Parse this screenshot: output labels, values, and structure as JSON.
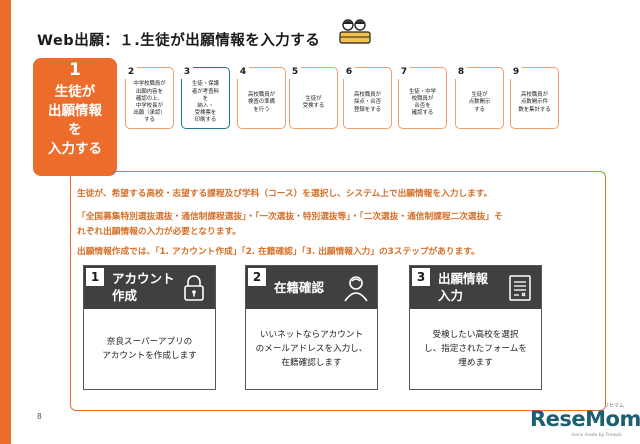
{
  "title": "Web出願：１.生徒が出願情報を入力する",
  "step1": {
    "number": "1",
    "label_lines": [
      "生徒が",
      "出願情報",
      "を",
      "入力する"
    ]
  },
  "steps": [
    {
      "number": "2",
      "text": "中学校職員が\n出願内容を\n確認の上、\n中学校長が\n出願（承認）\nする",
      "color": "orange"
    },
    {
      "number": "3",
      "text": "生徒・保護\n者が考査料\nを\n納入・\n受検票を\n印刷する",
      "color": "teal"
    },
    {
      "number": "4",
      "text": "高校職員が\n検査の準備\nを行う",
      "color": "orange"
    },
    {
      "number": "5",
      "text": "生徒が\n受検する",
      "color": "orange"
    },
    {
      "number": "6",
      "text": "高校職員が\n採点・合否\n登録をする",
      "color": "orange"
    },
    {
      "number": "7",
      "text": "生徒・中学\n校職員が\n合否を\n確認する",
      "color": "orange"
    },
    {
      "number": "8",
      "text": "生徒が\n点数開示\nする",
      "color": "orange"
    },
    {
      "number": "9",
      "text": "高校職員が\n点数開示件\n数を集計する",
      "color": "orange"
    }
  ],
  "paragraphs": [
    "生徒が、希望する高校・志望する課程及び学科（コース）を選択し、システム上で出願情報を入力します。",
    "「全国募集特別選抜選抜・通信制課程選抜」・「一次選抜・特別選抜等」・「二次選抜・通信制課程二次選抜」そ",
    "れぞれ出願情報の入力が必要となります。",
    "出願情報作成では、「1. アカウント作成」「2. 在籍確認」「3. 出願情報入力」の3ステップがあります。"
  ],
  "cards": [
    {
      "number": "1",
      "title_lines": [
        "アカウント",
        "作成"
      ],
      "icon": "lock-icon",
      "body": "奈良スーパーアプリの\nアカウントを作成します"
    },
    {
      "number": "2",
      "title_lines": [
        "在籍確認"
      ],
      "icon": "person-icon",
      "body": "いいネットならアカウント\nのメールアドレスを入力し、\n在籍確認します"
    },
    {
      "number": "3",
      "title_lines": [
        "出願情報",
        "入力"
      ],
      "icon": "form-icon",
      "body": "受検したい高校を選択\nし、指定されたフォームを\n埋めます"
    }
  ],
  "page_number": "8",
  "logo": {
    "ruby": "リセマム",
    "word": "ReseMom",
    "credit": "Icons made by Freepik"
  },
  "colors": {
    "accent": "#ec6d2b",
    "teal": "#1d7a86",
    "card_head": "#404040",
    "paragraph": "#d4702a"
  }
}
